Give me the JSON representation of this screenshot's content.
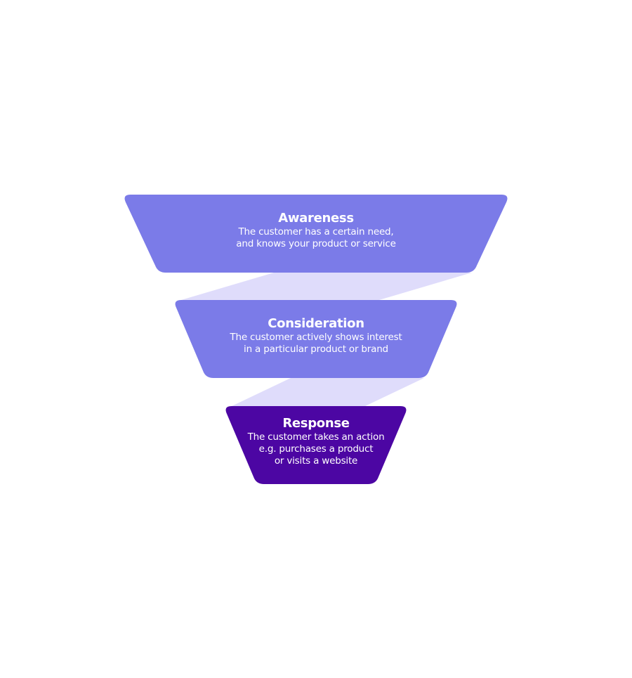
{
  "colors": {
    "background": "#ffffff",
    "stage_light": "#7b7be8",
    "stage_dark": "#4c06a3",
    "connector": "#dfdcfb",
    "text": "#ffffff"
  },
  "funnel": {
    "stages": [
      {
        "title": "Awareness",
        "lines": [
          "The customer has a certain need,",
          "and knows your product or service"
        ]
      },
      {
        "title": "Consideration",
        "lines": [
          "The customer actively shows interest",
          "in a particular product or brand"
        ]
      },
      {
        "title": "Response",
        "lines": [
          "The customer takes an action",
          "e.g. purchases a product",
          "or visits a website"
        ]
      }
    ]
  }
}
